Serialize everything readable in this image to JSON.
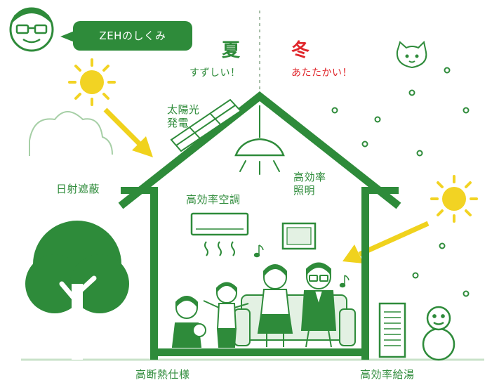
{
  "header": {
    "bubble_text": "ZEHのしくみ"
  },
  "seasons": {
    "summer": {
      "title": "夏",
      "subtitle": "すずしい！",
      "color": "#2e8b3a"
    },
    "winter": {
      "title": "冬",
      "subtitle": "あたたかい！",
      "color": "#e0262b"
    }
  },
  "labels": {
    "solar": "太陽光\n発電",
    "shading": "日射遮蔽",
    "aircon": "高効率空調",
    "lighting": "高効率\n照明",
    "insulation": "高断熱仕様",
    "water_heater": "高効率給湯"
  },
  "colors": {
    "green": "#2e8b3a",
    "light_green": "#e3f1e3",
    "sun": "#f2d323",
    "arrow": "#f0d21d",
    "red": "#e0262b"
  },
  "icons": [
    "man-avatar-icon",
    "sun-icon",
    "cat-icon",
    "snowman-icon",
    "music-note-icon"
  ]
}
